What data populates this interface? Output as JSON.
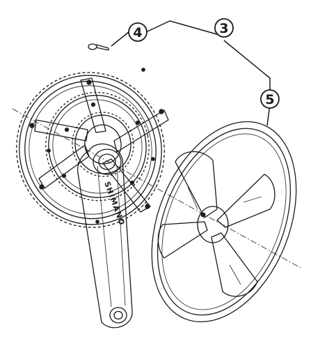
{
  "callouts": {
    "bolt": "4",
    "assembly": "3",
    "guard": "5"
  },
  "crank_brand": "SHIMANO"
}
